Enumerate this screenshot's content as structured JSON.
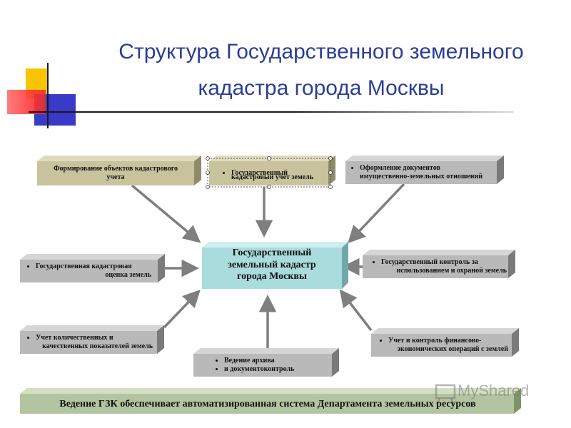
{
  "title": {
    "line1": "Структура Государственного земельного",
    "line2": "кадастра города Москвы"
  },
  "center": {
    "line1": "Государственный",
    "line2": "земельный кадастр",
    "line3": "города Москвы"
  },
  "nodes": {
    "formation": {
      "line1": "Формирование объектов кадастрового",
      "line2": "учета"
    },
    "cadastral_registration": {
      "line1": "Государственный",
      "line2": "кадастровый учет земель"
    },
    "documents": {
      "line1": "Оформление документов",
      "line2": "имущественно-земельных отношений"
    },
    "valuation": {
      "line1": "Государственная кадастровая",
      "line2": "оценка земель"
    },
    "control": {
      "line1": "Государственный контроль за",
      "line2": "использованием и охраной земель"
    },
    "accounting": {
      "line1": "Учет количественных и",
      "line2": "качественных показателей земель"
    },
    "finance": {
      "line1": "Учет и контроль финансово-",
      "line2": "экономических операций с землей"
    },
    "archive": {
      "line1": "Ведение архива",
      "line2": "и документоконтроль"
    }
  },
  "footer": "Ведение  ГЗК обеспечивает  автоматизированная система Департамента земельных ресурсов",
  "watermark": "MyShared",
  "colors": {
    "title": "#2d3d96",
    "khaki_face": "#c8c39c",
    "gray_face": "#b9b9b9",
    "center_face": "#a9dcdc",
    "footer_face": "#b3c5a0",
    "arrow": "#7f7f7f"
  },
  "icons": {
    "decoration": "color-squares-decoration",
    "watermark": "presentation-board-icon"
  }
}
